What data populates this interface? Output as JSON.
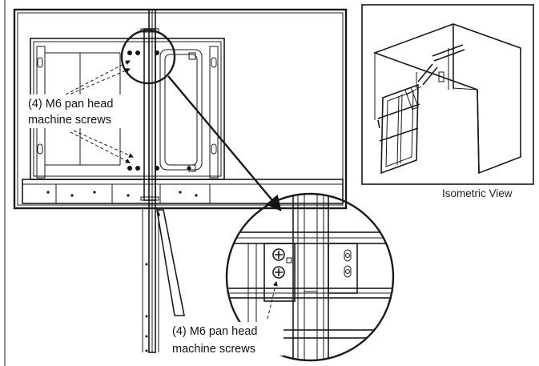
{
  "main_view": {
    "callout_label_line1": "(4) M6 pan head",
    "callout_label_line2": "machine screws"
  },
  "detail_view": {
    "callout_label_line1": "(4) M6 pan head",
    "callout_label_line2": "machine screws"
  },
  "isometric_view": {
    "caption": "Isometric View"
  }
}
